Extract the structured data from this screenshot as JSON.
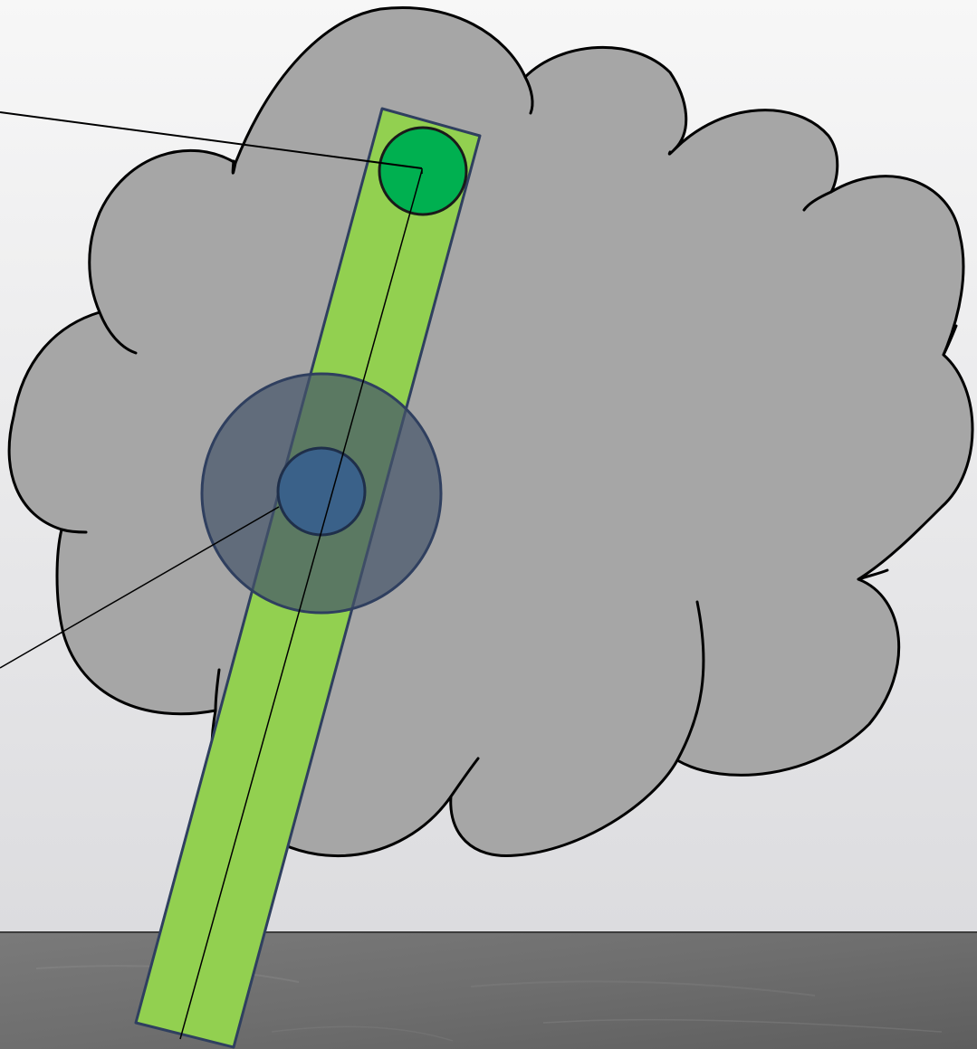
{
  "scene": {
    "colors": {
      "wall_top": "#f7f7f7",
      "wall_bottom": "#dcdcdf",
      "floor": "#7a7a7a",
      "floor_dark": "#5e5e5e",
      "floor_line": "#3c3c3c",
      "cloud_fill": "#a6a6a6",
      "cloud_stroke": "#000000",
      "bar_fill": "#92d050",
      "bar_stroke": "#2f3f5f",
      "top_circle_fill": "#00b050",
      "halo_fill": "#44546a",
      "halo_opacity": 0.7,
      "halo_stroke": "#2f3f5f",
      "hub_fill": "#3a6189",
      "hub_stroke": "#1f2f4a",
      "leader_line": "#000000"
    },
    "shapes": [
      "background-wall",
      "floor",
      "cloud",
      "tilted-green-bar",
      "green-circle-top",
      "translucent-blue-halo",
      "blue-hub-circle",
      "leader-lines"
    ]
  }
}
